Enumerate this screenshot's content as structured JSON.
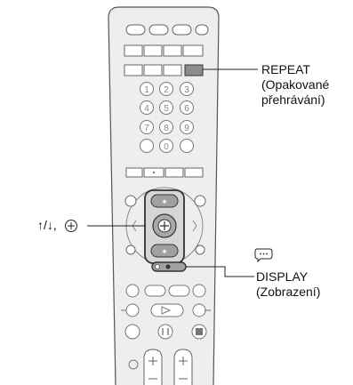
{
  "labels": {
    "repeat": {
      "line1": "REPEAT",
      "line2": "(Opakované",
      "line3": "přehrávání)"
    },
    "arrows": {
      "text": "↑/↓,",
      "enter_icon": "enter-circle-icon"
    },
    "display": {
      "icon": "display-speech-bubble-icon",
      "line1": "DISPLAY",
      "line2": "(Zobrazení)"
    }
  },
  "remote": {
    "number_keys": [
      "1",
      "2",
      "3",
      "4",
      "5",
      "6",
      "7",
      "8",
      "9",
      "0"
    ],
    "button_glyphs": {
      "enter": "⊕",
      "up": "↑",
      "down": "↓",
      "pause": "II",
      "stop": "■",
      "play": "▷"
    }
  },
  "colors": {
    "remote_body": "#eeeeee",
    "outline": "#555555",
    "highlight": "#9a9a9a",
    "leader": "#222222"
  }
}
